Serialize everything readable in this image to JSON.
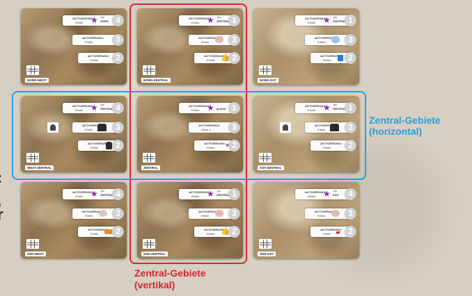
{
  "edge_text": [
    ":",
    ",",
    "r"
  ],
  "colors": {
    "red": "#d8242f",
    "blue": "#27a0de",
    "star": "#8a2fa0"
  },
  "row_caption": "AKTIVIERUNG:",
  "row_sub": "Erfolle",
  "row_pro": "pro",
  "cards": [
    {
      "region": "NORD-WEST",
      "tags": [
        "NORD",
        "",
        ""
      ],
      "numbers": [
        "4",
        "3",
        "2"
      ]
    },
    {
      "region": "NORD-ZENTRAL",
      "tags": [
        "ZENTRAL",
        "",
        ""
      ],
      "numbers": [
        "1",
        "3",
        "2"
      ]
    },
    {
      "region": "NORD-OST",
      "tags": [
        "ZENTRAL",
        "",
        ""
      ],
      "numbers": [
        "1",
        "3",
        "2"
      ]
    },
    {
      "region": "WEST-ZENTRAL",
      "tags": [
        "ZENTRAL",
        "",
        ""
      ],
      "numbers": [
        "4",
        "3",
        "2"
      ]
    },
    {
      "region": "ZENTRAL",
      "tags": [
        "gesOst",
        "Zähle 1",
        "RUINE"
      ],
      "numbers": [
        "1",
        "3",
        "2"
      ]
    },
    {
      "region": "OST-ZENTRAL",
      "tags": [
        "ZENTRAL",
        "",
        ""
      ],
      "numbers": [
        "1",
        "3",
        "2"
      ]
    },
    {
      "region": "SÜD-WEST",
      "tags": [
        "ZENTRAL",
        "",
        ""
      ],
      "numbers": [
        "4",
        "3",
        "2"
      ]
    },
    {
      "region": "SÜD-ZENTRAL",
      "tags": [
        "ZENTRAL",
        "",
        ""
      ],
      "numbers": [
        "1",
        "3",
        "2"
      ]
    },
    {
      "region": "SÜD-OST",
      "tags": [
        "SÜD",
        "",
        ""
      ],
      "numbers": [
        "4",
        "3",
        "2"
      ]
    }
  ],
  "labels": {
    "horizontal_line1": "Zentral-Gebiete",
    "horizontal_line2": "(horizontal)",
    "vertical_line1": "Zentral-Gebiete",
    "vertical_line2": "(vertikal)"
  }
}
